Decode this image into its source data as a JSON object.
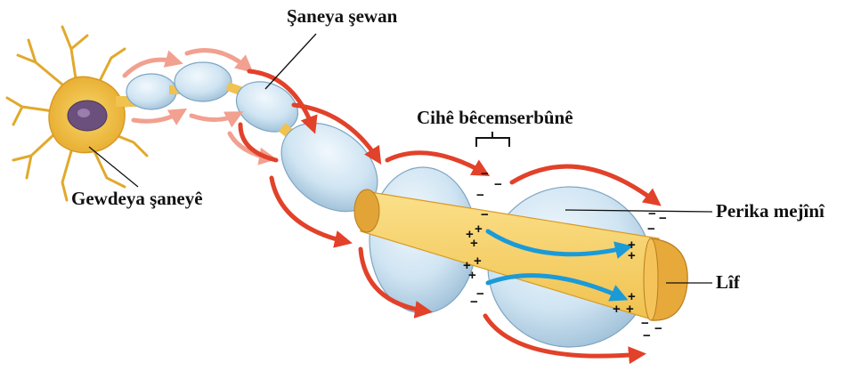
{
  "labels": {
    "shaneya_shewan": "Şaneya şewan",
    "cihe_becemserbune": "Cihê bêcemserbûnê",
    "gewdeya_shaneye": "Gewdeya şaneyê",
    "perika_mejini": "Perika mejînî",
    "lif": "Lîf"
  },
  "symbols": {
    "plus": "+",
    "minus": "−"
  },
  "colors": {
    "arrow_red": "#e2412a",
    "arrow_blue": "#1b9ad8",
    "sheath": "#cfe4f2",
    "sheath_edge": "#7fa6c2",
    "axon": "#f7d56e",
    "axon_dark": "#e3a437",
    "soma": "#f2c33a",
    "nucleus": "#6b4f7d"
  },
  "icons": [
    "neuron-cell-body-icon",
    "curved-arrow-icon"
  ]
}
